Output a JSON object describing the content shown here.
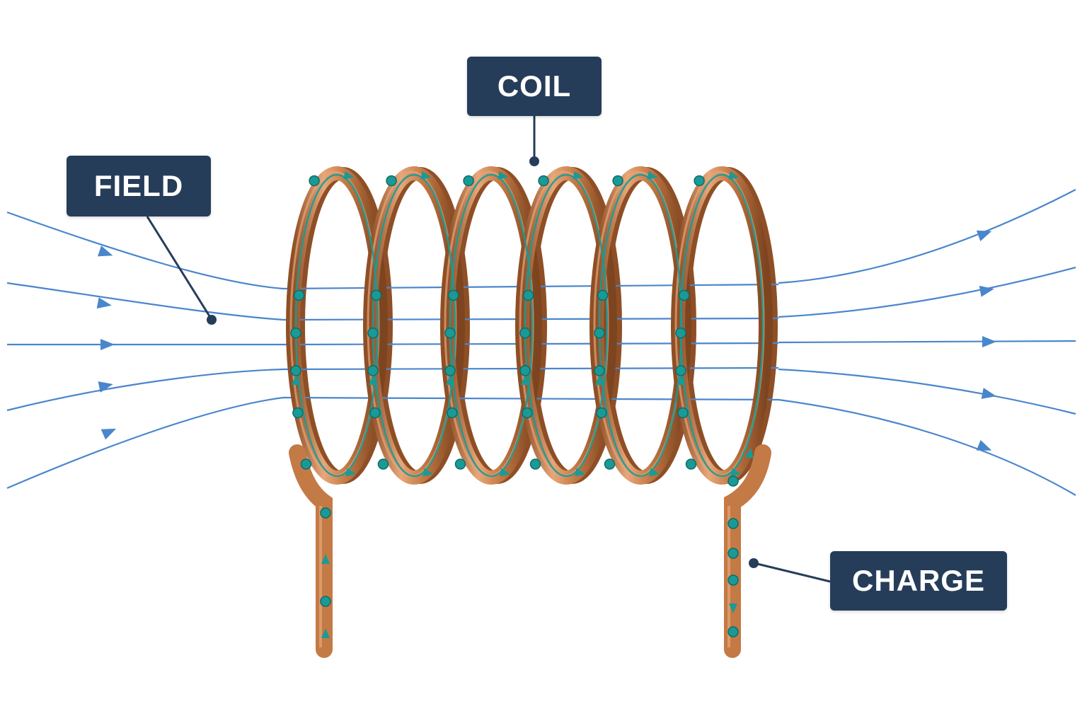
{
  "labels": {
    "coil": "COIL",
    "field": "FIELD",
    "charge": "CHARGE"
  },
  "colors": {
    "background": "#ffffff",
    "label_bg": "#263d5a",
    "label_text": "#ffffff",
    "field_line": "#4a86cc",
    "copper": "#c47a45",
    "copper_light": "#e7a77a",
    "copper_dark": "#8e4f26",
    "charge": "#1a9a96",
    "leader": "#263d5a"
  },
  "icons": {
    "charge_marker": "charge-particle-icon",
    "current_arrow": "current-arrow-icon",
    "field_arrow": "field-arrow-icon"
  }
}
